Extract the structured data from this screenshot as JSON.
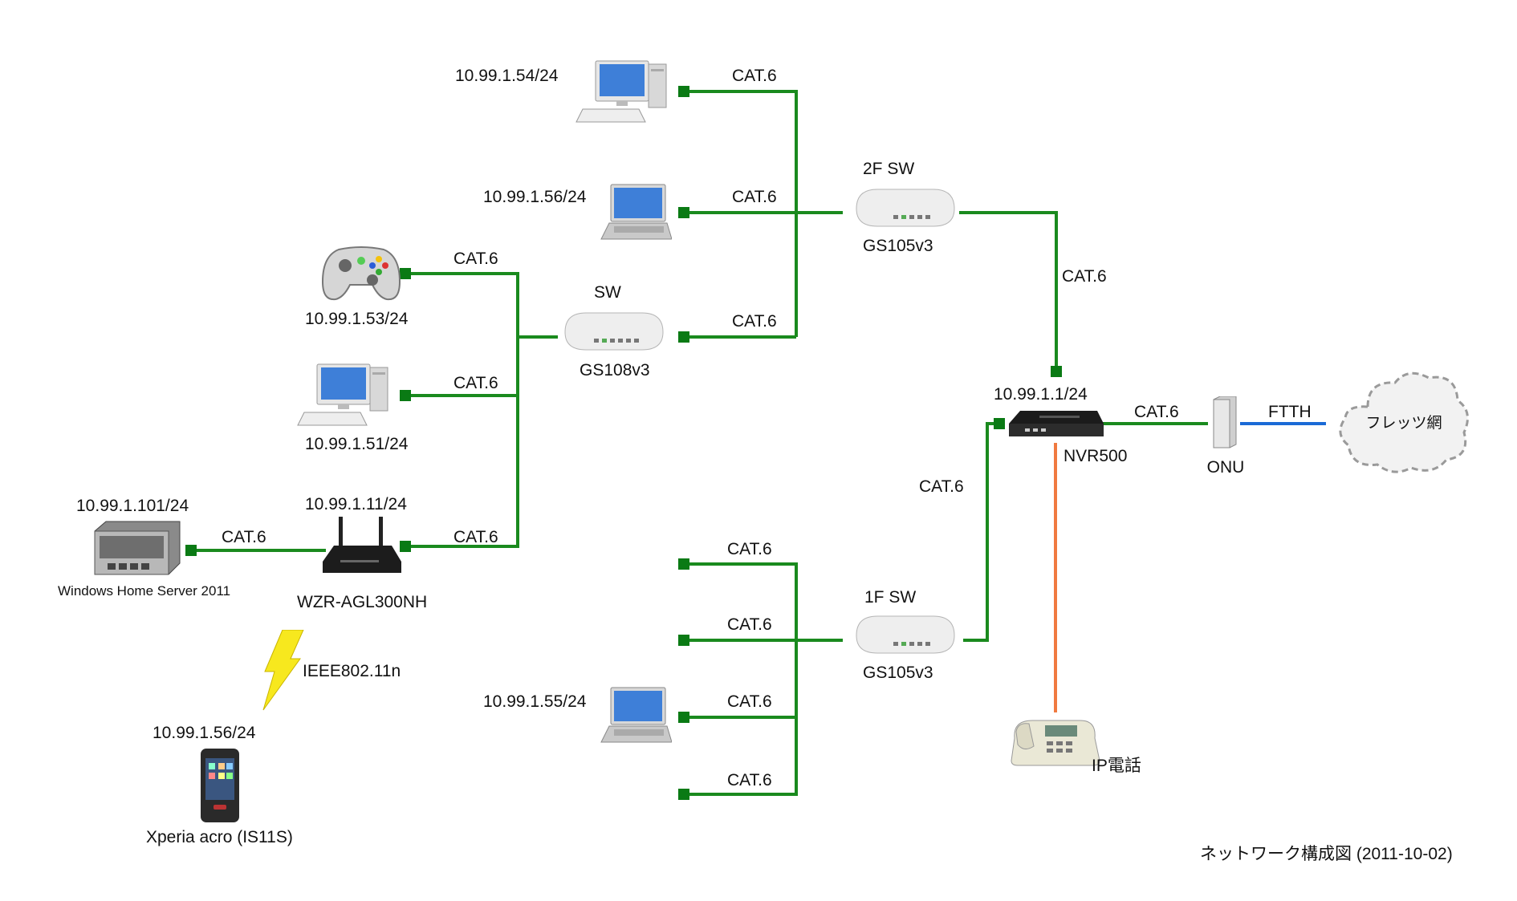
{
  "colors": {
    "cat6": "#1a8a1e",
    "ftth": "#1a6ad6",
    "phone": "#f07a40",
    "port": "#0a7a14"
  },
  "devices": {
    "pc_2f": {
      "ip": "10.99.1.54/24",
      "link": "CAT.6",
      "icon": "desktop-pc-icon"
    },
    "laptop_2f": {
      "ip": "10.99.1.56/24",
      "link": "CAT.6",
      "icon": "laptop-icon"
    },
    "sw_2f": {
      "title": "2F SW",
      "model": "GS105v3",
      "uplink": "CAT.6",
      "icon": "switch-icon"
    },
    "xbox": {
      "ip": "10.99.1.53/24",
      "link": "CAT.6",
      "icon": "game-controller-icon"
    },
    "pc_1": {
      "ip": "10.99.1.51/24",
      "link": "CAT.6",
      "icon": "desktop-pc-icon"
    },
    "sw": {
      "title": "SW",
      "model": "GS108v3",
      "uplink": "CAT.6",
      "icon": "switch-icon"
    },
    "server": {
      "ip": "10.99.1.101/24",
      "name": "Windows Home Server 2011",
      "link": "CAT.6",
      "icon": "server-icon"
    },
    "router": {
      "ip": "10.99.1.11/24",
      "model": "WZR-AGL300NH",
      "link": "CAT.6",
      "icon": "wireless-router-icon"
    },
    "wireless": {
      "label": "IEEE802.11n",
      "icon": "lightning-icon"
    },
    "phone": {
      "ip": "10.99.1.56/24",
      "name": "Xperia acro (IS11S)",
      "icon": "smartphone-icon"
    },
    "nvr": {
      "ip": "10.99.1.1/24",
      "model": "NVR500",
      "icon": "router-icon"
    },
    "onu": {
      "label": "ONU",
      "link": "CAT.6",
      "icon": "onu-icon"
    },
    "cloud": {
      "label": "フレッツ網",
      "link": "FTTH",
      "icon": "cloud-icon"
    },
    "sw_1f": {
      "title": "1F SW",
      "model": "GS105v3",
      "uplink": "CAT.6",
      "icon": "switch-icon"
    },
    "ports_1f": [
      {
        "link": "CAT.6"
      },
      {
        "link": "CAT.6"
      },
      {
        "link": "CAT.6",
        "ip": "10.99.1.55/24",
        "icon": "laptop-icon"
      },
      {
        "link": "CAT.6"
      }
    ],
    "ipphone": {
      "label": "IP電話",
      "icon": "desk-phone-icon"
    }
  },
  "footer": "ネットワーク構成図 (2011-10-02)"
}
